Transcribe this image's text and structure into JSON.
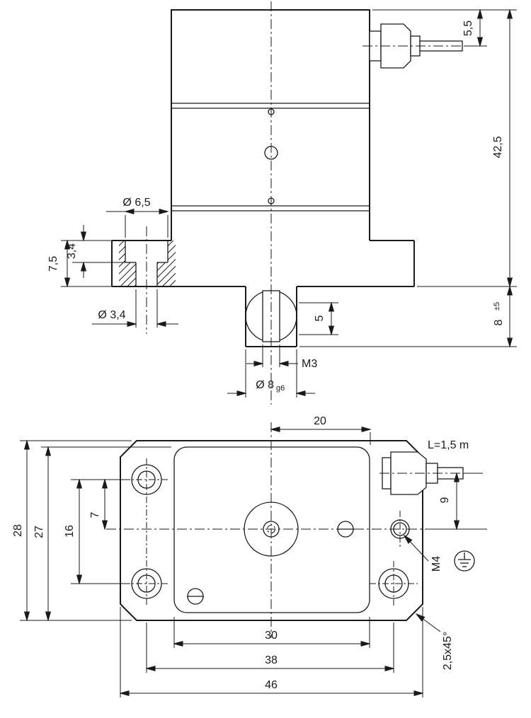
{
  "page": {
    "background": "#ffffff",
    "line_color": "#1a1a1a"
  },
  "front_view": {
    "dims": {
      "cable_offset": "5,5",
      "total_height": "42,5",
      "counterbore_dia": "Ø 6,5",
      "counterbore_depth": "3,4",
      "flange_thickness": "7,5",
      "through_hole_dia": "Ø 3,4",
      "shaft_slot_depth": "5",
      "thread": "M3",
      "shaft_dia": "Ø 8",
      "shaft_fit": "g6",
      "shaft_length": "8",
      "shaft_length_tol": "±5"
    }
  },
  "top_view": {
    "dims": {
      "center_to_edge": "20",
      "cable_length": "L=1,5 m",
      "cable_axis_offset": "9",
      "earth_thread": "M4",
      "overall_height": "28",
      "cover_height": "27",
      "hole_spacing_vertical": "16",
      "hole_to_center": "7",
      "cover_width": "30",
      "hole_spacing_horizontal": "38",
      "overall_width": "46",
      "corner_chamfer": "2,5x45°"
    }
  }
}
